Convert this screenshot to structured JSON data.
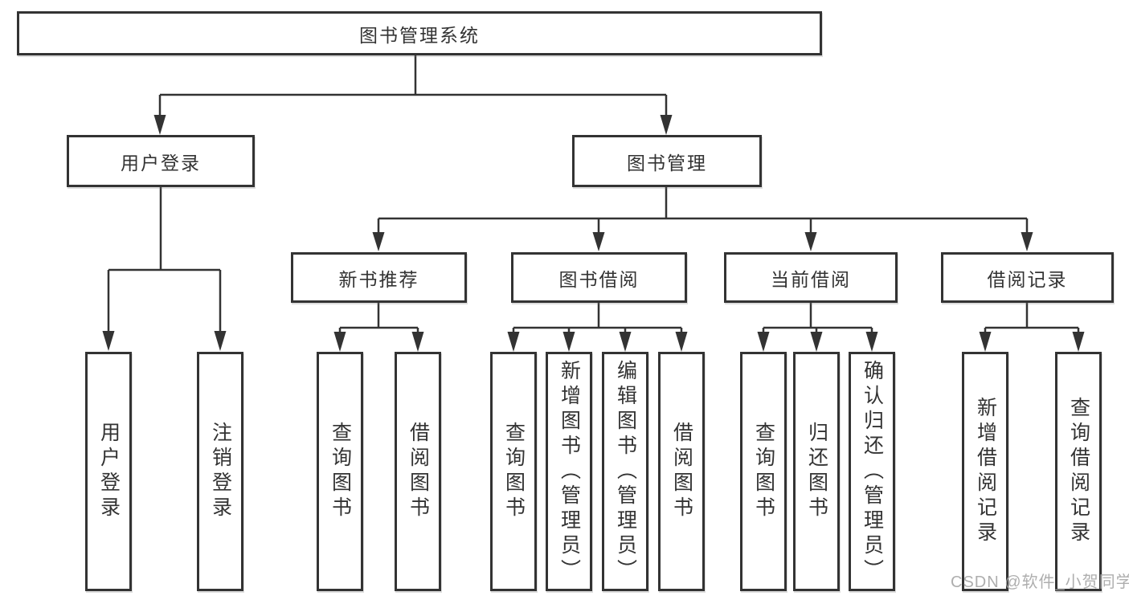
{
  "diagram": {
    "root": "图书管理系统",
    "level2": [
      {
        "label": "用户登录"
      },
      {
        "label": "图书管理"
      }
    ],
    "level3": [
      {
        "label": "新书推荐"
      },
      {
        "label": "图书借阅"
      },
      {
        "label": "当前借阅"
      },
      {
        "label": "借阅记录"
      }
    ],
    "leaves": [
      {
        "label": "用户登录"
      },
      {
        "label": "注销登录"
      },
      {
        "label": "查询图书"
      },
      {
        "label": "借阅图书"
      },
      {
        "label": "查询图书"
      },
      {
        "label": "新增图书（管理员）"
      },
      {
        "label": "编辑图书（管理员）"
      },
      {
        "label": "借阅图书"
      },
      {
        "label": "查询图书"
      },
      {
        "label": "归还图书"
      },
      {
        "label": "确认归还（管理员）"
      },
      {
        "label": "新增借阅记录"
      },
      {
        "label": "查询借阅记录"
      }
    ]
  },
  "watermark": "CSDN @软件_小贺同学",
  "colors": {
    "line": "#333333",
    "text": "#333333",
    "background": "#ffffff",
    "watermark": "#a5a5a5"
  }
}
